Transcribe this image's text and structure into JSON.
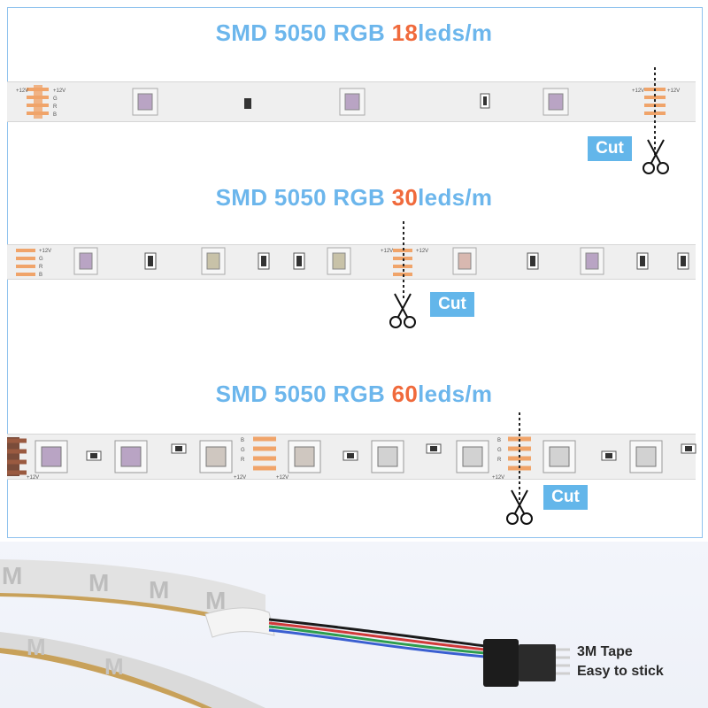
{
  "strips": [
    {
      "prefix": "SMD 5050 RGB ",
      "count": "18",
      "unit": "leds/m"
    },
    {
      "prefix": "SMD 5050 RGB ",
      "count": "30",
      "unit": "leds/m"
    },
    {
      "prefix": "SMD 5050 RGB ",
      "count": "60",
      "unit": "leds/m"
    }
  ],
  "cut_label": "Cut",
  "pad_labels": {
    "v": "+12V",
    "g": "G",
    "r": "R",
    "b": "B"
  },
  "tape": {
    "line1": "3M Tape",
    "line2": "Easy to stick",
    "logo": "M"
  },
  "colors": {
    "heading": "#6cb6ec",
    "accent": "#f06a3c",
    "badge": "#63b6ea",
    "pad": "#f0a46a"
  }
}
